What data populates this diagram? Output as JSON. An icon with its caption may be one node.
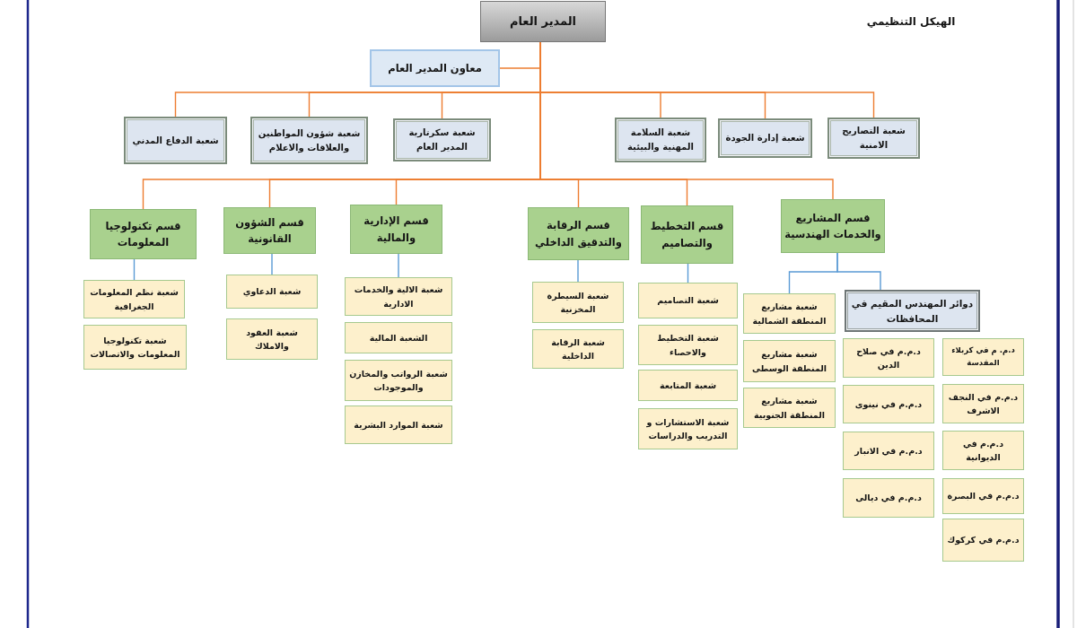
{
  "diagram": {
    "title": "الهيكل التنظيمي",
    "nodes": [
      {
        "text": [
          "المدير العام"
        ]
      },
      {
        "text": [
          "معاون المدير العام"
        ]
      },
      {
        "text": [
          "شعبة التصاريح الامنية"
        ]
      },
      {
        "text": [
          "شعبة إدارة الجودة"
        ]
      },
      {
        "text": [
          "شعبة السلامة المهنية والبيئية"
        ]
      },
      {
        "text": [
          "شعبة سكرتارية المدير العام"
        ]
      },
      {
        "text": [
          "شعبة شؤون المواطنين والعلاقات والاعلام"
        ]
      },
      {
        "text": [
          "شعبة الدفاع المدني"
        ]
      },
      {
        "text": [
          "قسم المشاريع والخدمات الهندسية"
        ]
      },
      {
        "text": [
          "قسم التخطيط والتصاميم"
        ]
      },
      {
        "text": [
          "قسم الرقابة والتدقيق الداخلي"
        ]
      },
      {
        "text": [
          "قسم الإدارية والمالية"
        ]
      },
      {
        "text": [
          "قسم الشؤون القانونية"
        ]
      },
      {
        "text": [
          "قسم تكنولوجيا المعلومات"
        ]
      },
      {
        "text": [
          "دوائر المهندس المقيم في المحافظات"
        ]
      },
      {
        "text": [
          "د.م. م في كربلاء المقدسة"
        ]
      },
      {
        "text": [
          "د.م.م في النجف الاشرف"
        ]
      },
      {
        "text": [
          "د.م.م في الديوانية"
        ]
      },
      {
        "text": [
          "د.م.م في البصرة"
        ]
      },
      {
        "text": [
          "د.م.م في كركوك"
        ]
      },
      {
        "text": [
          "د.م.م في صلاح الدين"
        ]
      },
      {
        "text": [
          "د.م.م في نينوى"
        ]
      },
      {
        "text": [
          "د.م.م في الانبار"
        ]
      },
      {
        "text": [
          "د.م.م في ديالى"
        ]
      },
      {
        "text": [
          "شعبة مشاريع المنطقة الشمالية"
        ]
      },
      {
        "text": [
          "شعبة مشاريع المنطقة الوسطى"
        ]
      },
      {
        "text": [
          "شعبة مشاريع المنطقة الجنوبية"
        ]
      },
      {
        "text": [
          "شعبة التصاميم"
        ]
      },
      {
        "text": [
          "شعبة التخطيط والاحصاء"
        ]
      },
      {
        "text": [
          "شعبة المتابعة"
        ]
      },
      {
        "text": [
          "شعبة الاستشارات و التدريب والدراسات"
        ]
      },
      {
        "text": [
          "شعبة السيطرة المخزنية"
        ]
      },
      {
        "text": [
          "شعبة الرقابة الداخلية"
        ]
      },
      {
        "text": [
          "شعبة الالية والخدمات الادارية"
        ]
      },
      {
        "text": [
          "الشعبة المالية"
        ]
      },
      {
        "text": [
          "شعبة الرواتب والمخازن والموجودات"
        ]
      },
      {
        "text": [
          "شعبة الموارد البشرية"
        ]
      },
      {
        "text": [
          "شعبة الدعاوي"
        ]
      },
      {
        "text": [
          "شعبة العقود والاملاك"
        ]
      },
      {
        "text": [
          "شعبة نظم المعلومات الجغرافية"
        ]
      },
      {
        "text": [
          "شعبة تكنولوجيا المعلومات والاتصالات"
        ]
      }
    ],
    "edges": [
      {
        "from": 0,
        "to": 1,
        "arrow": "none"
      },
      {
        "from": 0,
        "to": 2,
        "arrow": "none"
      },
      {
        "from": 0,
        "to": 3,
        "arrow": "none"
      },
      {
        "from": 0,
        "to": 4,
        "arrow": "none"
      },
      {
        "from": 0,
        "to": 5,
        "arrow": "none"
      },
      {
        "from": 0,
        "to": 6,
        "arrow": "none"
      },
      {
        "from": 0,
        "to": 7,
        "arrow": "none"
      },
      {
        "from": 0,
        "to": 8,
        "arrow": "none"
      },
      {
        "from": 0,
        "to": 9,
        "arrow": "none"
      },
      {
        "from": 0,
        "to": 10,
        "arrow": "none"
      },
      {
        "from": 0,
        "to": 11,
        "arrow": "none"
      },
      {
        "from": 0,
        "to": 12,
        "arrow": "none"
      },
      {
        "from": 0,
        "to": 13,
        "arrow": "none"
      },
      {
        "from": 8,
        "to": 14,
        "arrow": "none",
        "color": "#5b9bd5"
      },
      {
        "from": 8,
        "to": 24,
        "arrow": "none",
        "color": "#5b9bd5"
      },
      {
        "from": 9,
        "to": 27,
        "arrow": "none",
        "color": "#5b9bd5"
      },
      {
        "from": 10,
        "to": 31,
        "arrow": "none",
        "color": "#5b9bd5"
      },
      {
        "from": 11,
        "to": 33,
        "arrow": "none",
        "color": "#5b9bd5"
      },
      {
        "from": 12,
        "to": 37,
        "arrow": "none",
        "color": "#5b9bd5"
      },
      {
        "from": 13,
        "to": 39,
        "arrow": "none",
        "color": "#5b9bd5"
      }
    ]
  }
}
